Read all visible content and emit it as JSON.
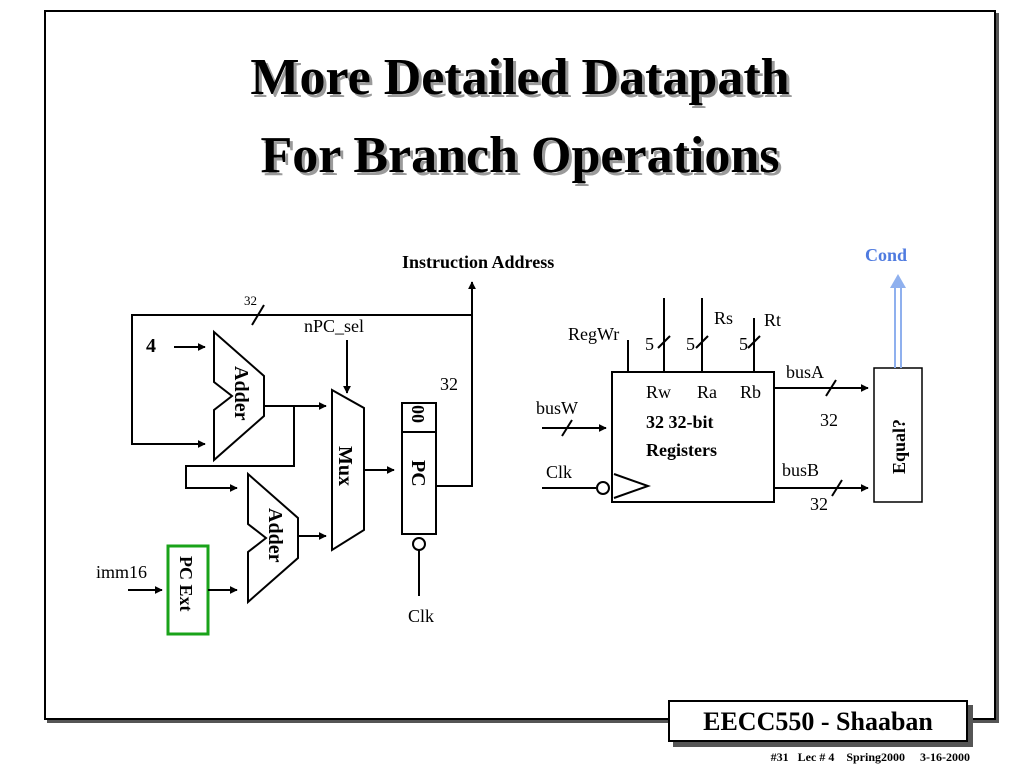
{
  "slide": {
    "title_line1": "More Detailed Datapath",
    "title_line2": "For Branch Operations",
    "badge": "EECC550 - Shaaban",
    "footer": "#31   Lec # 4    Spring2000     3-16-2000"
  },
  "diagram": {
    "instruction_address": "Instruction Address",
    "cond": "Cond",
    "bus32_top": "32",
    "four": "4",
    "npc_sel": "nPC_sel",
    "adder1": "Adder",
    "adder2": "Adder",
    "mux": "Mux",
    "pc_width": "32",
    "pc_low_bits": "00",
    "pc": "PC",
    "pc_clk": "Clk",
    "imm16": "imm16",
    "pc_ext": "PC Ext",
    "regwr": "RegWr",
    "rs": "Rs",
    "rt": "Rt",
    "w_rw": "5",
    "w_ra": "5",
    "w_rb": "5",
    "rw": "Rw",
    "ra": "Ra",
    "rb": "Rb",
    "reg_line1": "32 32-bit",
    "reg_line2": "Registers",
    "busw": "busW",
    "reg_clk": "Clk",
    "busa": "busA",
    "busa_width": "32",
    "busb": "busB",
    "busb_width": "32",
    "equal": "Equal?"
  },
  "colors": {
    "cond_arrow": "#8fb0ee",
    "cond_text": "#4f7be0",
    "pc_ext_border": "#1aa31a"
  }
}
